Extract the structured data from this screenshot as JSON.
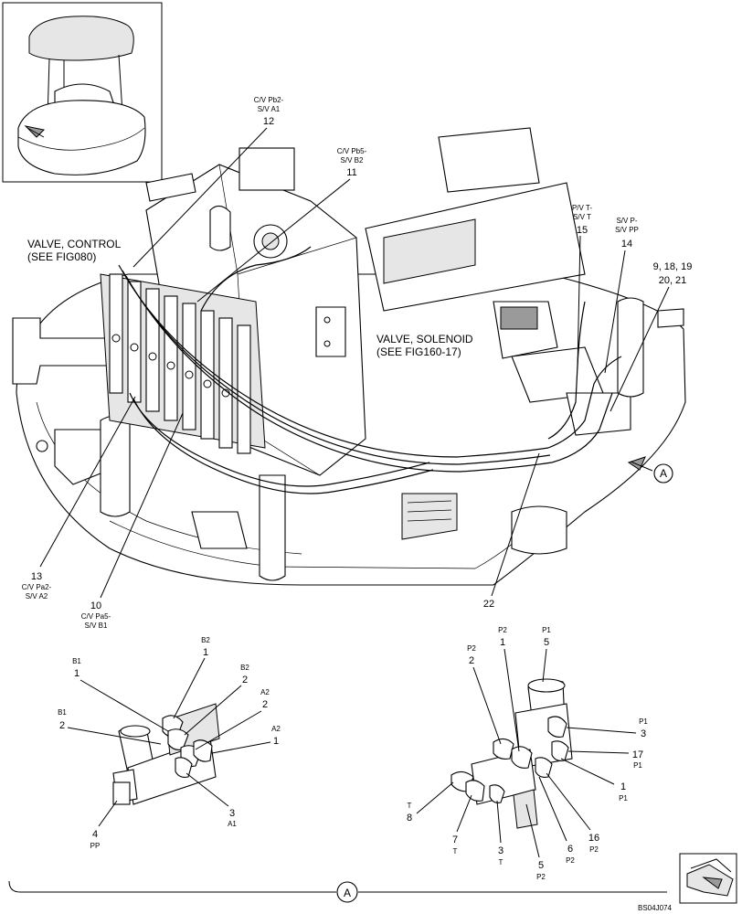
{
  "callouts": [
    {
      "id": "c12",
      "num": "12",
      "code": "C/V Pb2-",
      "code2": "S/V A1"
    },
    {
      "id": "c11",
      "num": "11",
      "code": "C/V Pb5-",
      "code2": "S/V B2"
    },
    {
      "id": "c15",
      "num": "15",
      "code": "P/V T-",
      "code2": "S/V T"
    },
    {
      "id": "c14",
      "num": "14",
      "code": "S/V P-",
      "code2": "S/V PP"
    },
    {
      "id": "c9",
      "num": "9, 18, 19",
      "num2": "20, 21"
    },
    {
      "id": "c13",
      "num": "13",
      "code": "C/V Pa2-",
      "code2": "S/V A2"
    },
    {
      "id": "c10",
      "num": "10",
      "code": "C/V Pa5-",
      "code2": "S/V B1"
    },
    {
      "id": "c22",
      "num": "22"
    }
  ],
  "notes": {
    "control_valve": "VALVE, CONTROL",
    "control_valve_ref": "(SEE FIG080)",
    "solenoid_valve": "VALVE, SOLENOID",
    "solenoid_valve_ref": "(SEE FIG160-17)"
  },
  "view_marker": "A",
  "left_detail": [
    {
      "num": "1",
      "port": "B1"
    },
    {
      "num": "2",
      "port": "B1"
    },
    {
      "num": "1",
      "port": "B2"
    },
    {
      "num": "2",
      "port": "B2"
    },
    {
      "num": "2",
      "port": "A2"
    },
    {
      "num": "1",
      "port": "A2"
    },
    {
      "num": "3",
      "port": "A1"
    },
    {
      "num": "4",
      "port": "PP"
    }
  ],
  "right_detail": [
    {
      "num": "2",
      "port": "P2"
    },
    {
      "num": "1",
      "port": "P2"
    },
    {
      "num": "5",
      "port": "P1"
    },
    {
      "num": "3",
      "port": "P1"
    },
    {
      "num": "17",
      "port": "P1"
    },
    {
      "num": "1",
      "port": "P1"
    },
    {
      "num": "16",
      "port": "P2"
    },
    {
      "num": "6",
      "port": "P2"
    },
    {
      "num": "5",
      "port": "P2"
    },
    {
      "num": "3",
      "port": "T"
    },
    {
      "num": "7",
      "port": "T"
    },
    {
      "num": "8",
      "port": "T"
    }
  ],
  "figure_code": "BS04J074",
  "colors": {
    "ink": "#000000",
    "paper": "#ffffff",
    "shade": "#e6e6e6"
  }
}
